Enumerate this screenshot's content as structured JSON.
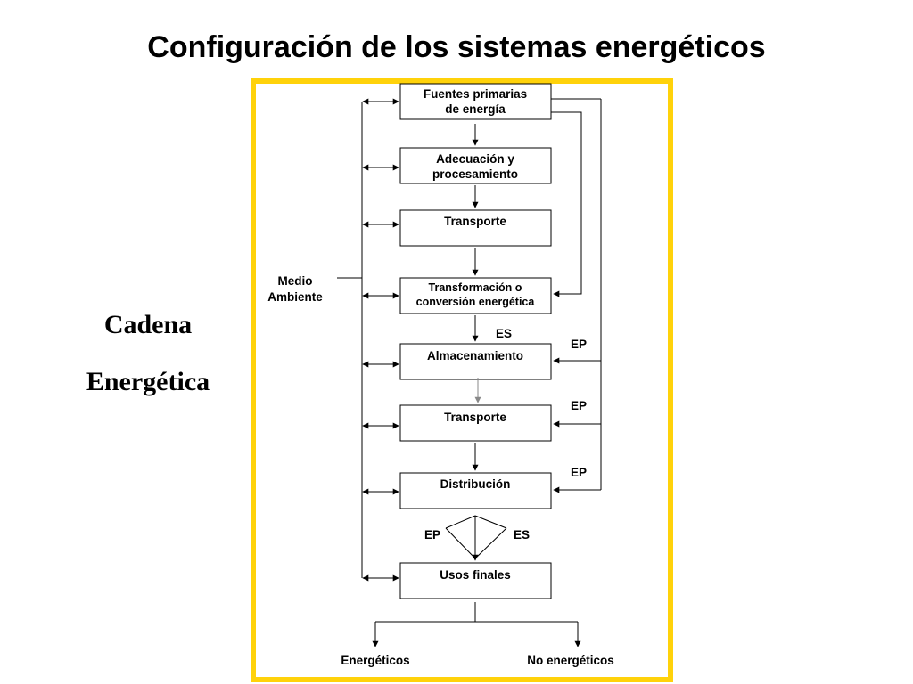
{
  "title": "Configuración de los sistemas energéticos",
  "side_label": {
    "line1": "Cadena",
    "line2": "Energética"
  },
  "environment": {
    "line1": "Medio",
    "line2": "Ambiente"
  },
  "boxes": [
    {
      "id": "fuentes",
      "lines": [
        "Fuentes primarias",
        "de energía"
      ]
    },
    {
      "id": "adecuacion",
      "lines": [
        "Adecuación y",
        "procesamiento"
      ]
    },
    {
      "id": "transporte1",
      "lines": [
        "Transporte"
      ]
    },
    {
      "id": "transformacion",
      "lines": [
        "Transformación o",
        "conversión energética"
      ]
    },
    {
      "id": "almacenamiento",
      "lines": [
        "Almacenamiento"
      ]
    },
    {
      "id": "transporte2",
      "lines": [
        "Transporte"
      ]
    },
    {
      "id": "distribucion",
      "lines": [
        "Distribución"
      ]
    },
    {
      "id": "usos",
      "lines": [
        "Usos finales"
      ]
    }
  ],
  "tags": {
    "es_transform": "ES",
    "ep_almacen": "EP",
    "ep_transporte": "EP",
    "ep_distrib": "EP",
    "ep_left": "EP",
    "es_right": "ES"
  },
  "outputs": {
    "left": "Energéticos",
    "right": "No energéticos"
  },
  "colors": {
    "frame": "#FFD20A",
    "line": "#000000",
    "arrow_gray": "#888888"
  }
}
